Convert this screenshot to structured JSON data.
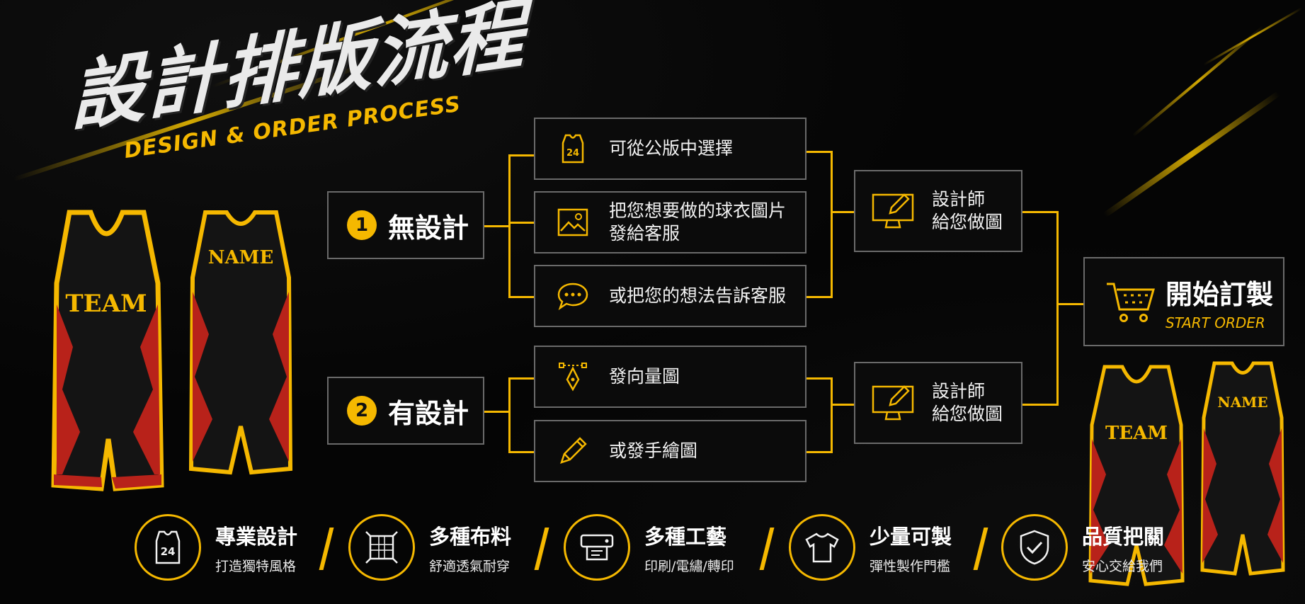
{
  "title": "設計排版流程",
  "subtitle": "DESIGN & ORDER PROCESS",
  "categories": [
    {
      "num": "1",
      "label": "無設計"
    },
    {
      "num": "2",
      "label": "有設計"
    }
  ],
  "options": [
    {
      "icon": "jersey-24-icon",
      "text": "可從公版中選擇"
    },
    {
      "icon": "image-icon",
      "text": "把您想要做的球衣圖片\n發給客服"
    },
    {
      "icon": "chat-bubble-icon",
      "text": "或把您的想法告訴客服"
    },
    {
      "icon": "vector-pen-icon",
      "text": "發向量圖"
    },
    {
      "icon": "pencil-icon",
      "text": "或發手繪圖"
    }
  ],
  "designer": {
    "line1": "設計師",
    "line2": "給您做圖"
  },
  "start_order": {
    "main": "開始訂製",
    "sub": "START ORDER"
  },
  "jersey_labels": {
    "team": "TEAM",
    "name": "NAME"
  },
  "features": [
    {
      "icon": "jersey-24-icon",
      "title": "專業設計",
      "sub": "打造獨特風格"
    },
    {
      "icon": "fabric-icon",
      "title": "多種布料",
      "sub": "舒適透氣耐穿"
    },
    {
      "icon": "print-machine-icon",
      "title": "多種工藝",
      "sub": "印刷/電繡/轉印"
    },
    {
      "icon": "tshirt-icon",
      "title": "少量可製",
      "sub": "彈性製作門檻"
    },
    {
      "icon": "shield-check-icon",
      "title": "品質把關",
      "sub": "安心交給我們"
    }
  ],
  "colors": {
    "accent": "#f5b800",
    "background": "#050505",
    "border": "#6a6a6a",
    "jersey_red": "#b8221a"
  }
}
